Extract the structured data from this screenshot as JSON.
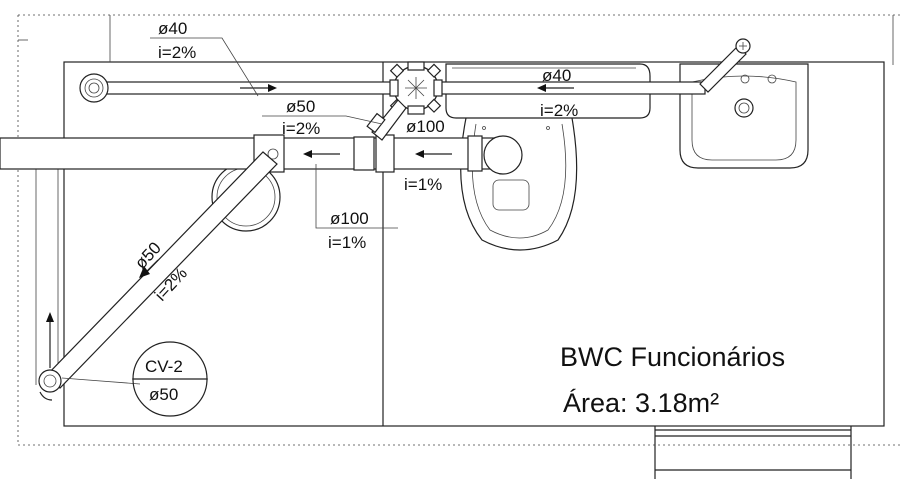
{
  "room": {
    "name": "BWC Funcionários",
    "area": "Área: 3.18m²"
  },
  "labels": {
    "top_left_diameter": "ø40",
    "top_left_slope": "i=2%",
    "top_right_diameter": "ø40",
    "top_right_slope": "i=2%",
    "branch_diameter": "ø50",
    "branch_slope": "i=2%",
    "main_diameter_top": "ø100",
    "main_slope_right": "i=1%",
    "main_diameter_bottom": "ø100",
    "main_slope_bottom": "i=1%",
    "diagonal_diameter": "ø50",
    "diagonal_slope": "i=2%",
    "cv_tag": "CV-2",
    "cv_diameter": "ø50"
  }
}
